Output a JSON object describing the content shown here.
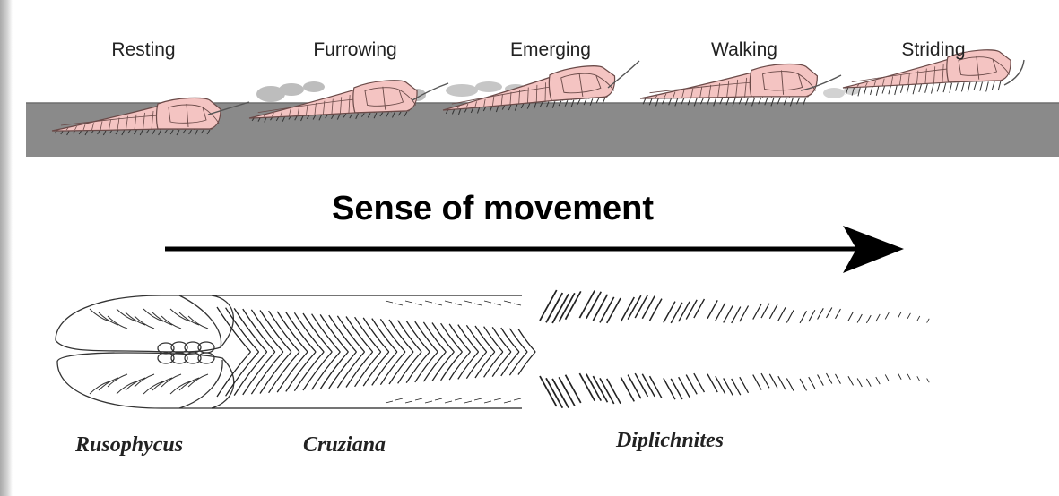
{
  "stages": [
    {
      "label": "Resting"
    },
    {
      "label": "Furrowing"
    },
    {
      "label": "Emerging"
    },
    {
      "label": "Walking"
    },
    {
      "label": "Striding"
    }
  ],
  "arrow_label": "Sense of movement",
  "traces": {
    "rusophycus": "Rusophycus",
    "cruziana": "Cruziana",
    "diplichnites": "Diplichnites"
  },
  "colors": {
    "sediment": "#8a8a8a",
    "trilobite_fill": "#f4c4c2",
    "trilobite_line": "#6a4a48",
    "sediment_cloud": "#bdbdbd"
  }
}
